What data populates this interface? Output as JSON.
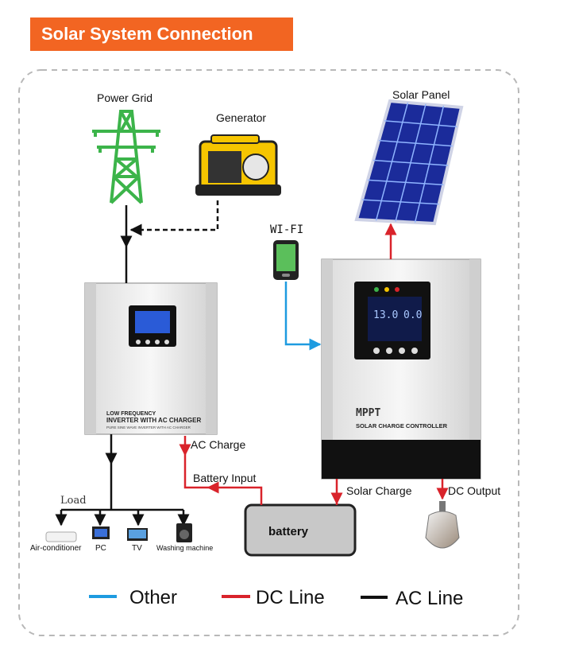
{
  "title": "Solar System Connection",
  "nodes": {
    "power_grid": "Power Grid",
    "generator": "Generator",
    "solar_panel": "Solar Panel",
    "wifi": "WI-FI",
    "load": "Load",
    "battery": "battery"
  },
  "inverter": {
    "line1": "LOW FREQUENCY",
    "line2": "INVERTER WITH AC CHARGER",
    "line3": "PURE SINE WAVE INVERTER WITH AC CHARGER"
  },
  "controller": {
    "brand": "MPPT",
    "name": "SOLAR CHARGE CONTROLLER",
    "display_left": "13.0",
    "display_right": "0.0"
  },
  "connections": {
    "ac_charge": "AC Charge",
    "battery_input": "Battery Input",
    "solar_charge": "Solar Charge",
    "dc_output": "DC Output"
  },
  "loads": [
    "Air-conditioner",
    "PC",
    "TV",
    "Washing machine"
  ],
  "legend": [
    {
      "label": "Other",
      "color": "#1e9be0"
    },
    {
      "label": "DC Line",
      "color": "#d9232b"
    },
    {
      "label": "AC Line",
      "color": "#111111"
    }
  ],
  "colors": {
    "accent": "#f26522",
    "other": "#1e9be0",
    "dc": "#d9232b",
    "ac": "#111111"
  }
}
